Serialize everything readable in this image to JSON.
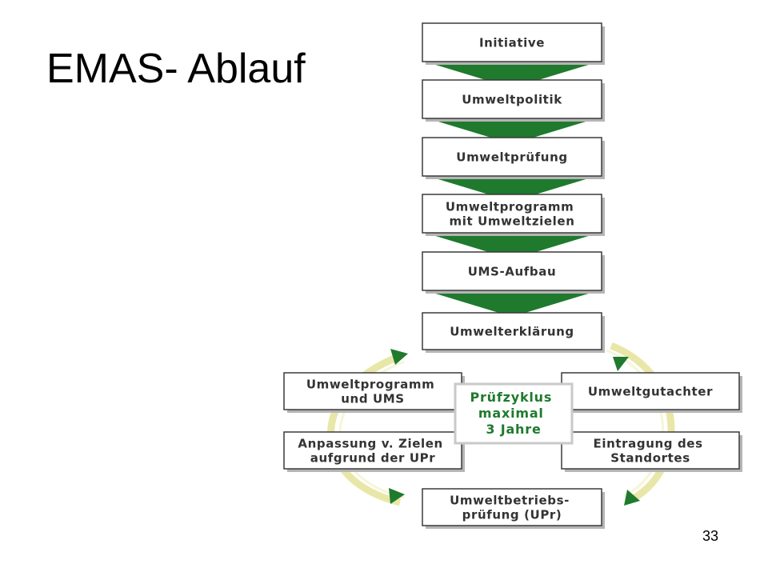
{
  "slide": {
    "title": "EMAS- Ablauf",
    "page_number": "33"
  },
  "diagram": {
    "steps": [
      {
        "lines": [
          "Initiative"
        ]
      },
      {
        "lines": [
          "Umweltpolitik"
        ]
      },
      {
        "lines": [
          "Umweltprüfung"
        ]
      },
      {
        "lines": [
          "Umweltprogramm",
          "mit Umweltzielen"
        ]
      },
      {
        "lines": [
          "UMS-Aufbau"
        ]
      },
      {
        "lines": [
          "Umwelterklärung"
        ]
      }
    ],
    "cycle": {
      "right_top": {
        "lines": [
          "Umweltgutachter"
        ]
      },
      "right_bottom": {
        "lines": [
          "Eintragung des",
          "Standortes"
        ]
      },
      "bottom": {
        "lines": [
          "Umweltbetriebs-",
          "prüfung (UPr)"
        ]
      },
      "left_bottom": {
        "lines": [
          "Anpassung v. Zielen",
          "aufgrund der UPr"
        ]
      },
      "left_top": {
        "lines": [
          "Umweltprogramm",
          "und UMS"
        ]
      }
    },
    "center": {
      "lines": [
        "Prüfzyklus",
        "maximal",
        "3 Jahre"
      ]
    },
    "colors": {
      "green": "#1f7a2e",
      "cycle_ring": "#e9e7a8",
      "box_border": "#3a3a3a",
      "box_shadow": "#b5b5b5"
    }
  }
}
